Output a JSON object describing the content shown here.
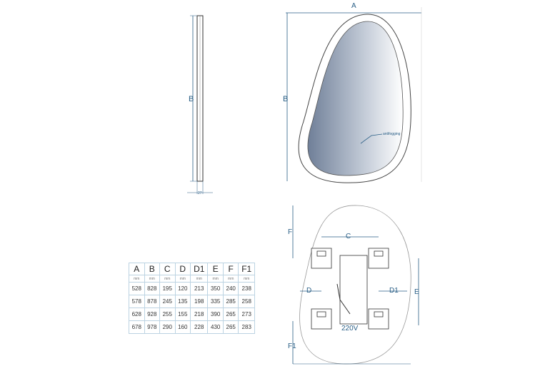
{
  "labels": {
    "A": "A",
    "B": "B",
    "B_side": "B",
    "depth": "27",
    "C": "C",
    "D": "D",
    "D1": "D1",
    "E": "E",
    "F": "F",
    "F1": "F1",
    "power": "220V",
    "sensor": "antifogging"
  },
  "table": {
    "headers": [
      "A",
      "B",
      "C",
      "D",
      "D1",
      "E",
      "F",
      "F1"
    ],
    "units": [
      "mm",
      "mm",
      "mm",
      "mm",
      "mm",
      "mm",
      "mm",
      "mm"
    ],
    "rows": [
      [
        "528",
        "828",
        "195",
        "120",
        "213",
        "350",
        "240",
        "238"
      ],
      [
        "578",
        "878",
        "245",
        "135",
        "198",
        "335",
        "285",
        "258"
      ],
      [
        "628",
        "928",
        "255",
        "155",
        "218",
        "390",
        "265",
        "273"
      ],
      [
        "678",
        "978",
        "290",
        "160",
        "228",
        "430",
        "265",
        "283"
      ]
    ]
  },
  "colors": {
    "dimension": "#2a5f86",
    "mirror_dark": "#6f7f98",
    "mirror_light": "#ffffff"
  }
}
